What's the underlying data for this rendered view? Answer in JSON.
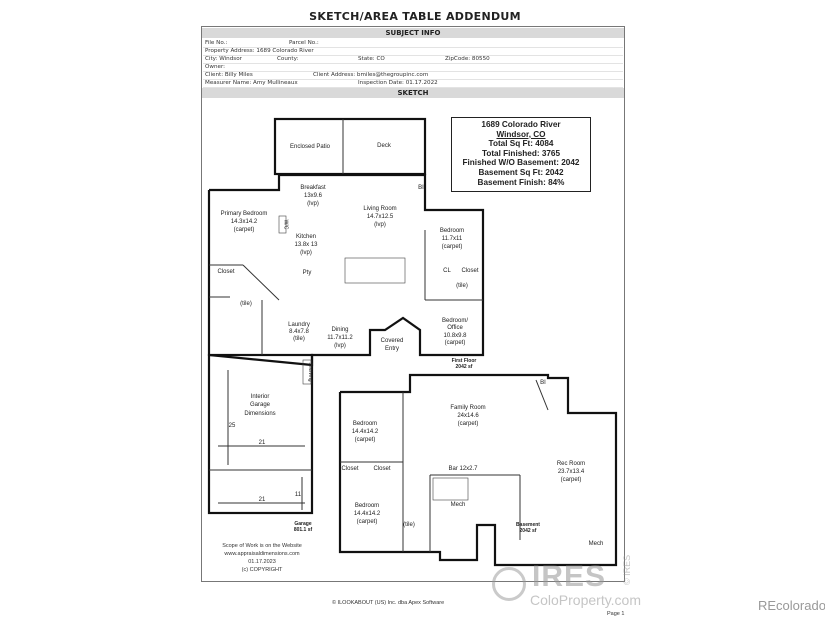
{
  "title": "SKETCH/AREA TABLE ADDENDUM",
  "subject_info": {
    "header": "SUBJECT INFO",
    "file_no": "File No.:",
    "parcel_no": "Parcel No.:",
    "property_address": "Property Address: 1689 Colorado River",
    "city": "City: Windsor",
    "county": "County:",
    "state": "State: CO",
    "zip": "ZipCode: 80550",
    "owner": "Owner:",
    "client": "Client: Billy Miles",
    "client_address": "Client Address: bmiles@thegroupinc.com",
    "measurer": "Measurer Name: Amy Mullineaux",
    "inspection_date": "Inspection Date: 01.17.2022"
  },
  "sketch": {
    "header": "SKETCH",
    "summary": [
      "1689 Colorado River",
      "Windsor, CO",
      "Total Sq Ft:  4084",
      "Total Finished:  3765",
      "Finished W/O Basement:  2042",
      "Basement Sq Ft:  2042",
      "Basement Finish: 84%"
    ],
    "rooms": {
      "enclosed_patio": "Enclosed Patio",
      "deck": "Deck",
      "breakfast": [
        "Breakfast",
        "13x9.6",
        "(lvp)"
      ],
      "living": [
        "Living Room",
        "14.7x12.5",
        "(lvp)"
      ],
      "primary_bedroom": [
        "Primary Bedroom",
        "14.3x14.2",
        "(carpet)"
      ],
      "kitchen": [
        "Kitchen",
        "13.8x 13",
        "(lvp)"
      ],
      "bedroom1": [
        "Bedroom",
        "11.7x11",
        "(carpet)"
      ],
      "office": [
        "Bedroom/",
        "Office",
        "10.8x9.8",
        "(carpet)"
      ],
      "laundry": [
        "Laundry",
        "8.4x7.8",
        "(tile)"
      ],
      "dining": [
        "Dining",
        "11.7x11.2",
        "(lvp)"
      ],
      "covered_entry": [
        "Covered",
        "Entry"
      ],
      "garage": [
        "Interior",
        "Garage",
        "Dimensions"
      ],
      "family": [
        "Family Room",
        "24x14.6",
        "(carpet)"
      ],
      "bedroom2": [
        "Bedroom",
        "14.4x14.2",
        "(carpet)"
      ],
      "bedroom3": [
        "Bedroom",
        "14.4x14.2",
        "(carpet)"
      ],
      "rec": [
        "Rec Room",
        "23.7x13.4",
        "(carpet)"
      ],
      "bar": "Bar 12x2.7",
      "mech": "Mech",
      "mech2": "Mech",
      "closet": "Closet",
      "cl": "CL",
      "bi": "BI",
      "pty": "Pty",
      "tile": "(tile)",
      "wic": "W/C",
      "shelving": "Shelving"
    },
    "dims": {
      "garage_width": "21",
      "garage_depth": "25",
      "garage_width2": "21",
      "garage_depth2": "11"
    },
    "areas": {
      "first_floor": [
        "First Floor",
        "2042 sf"
      ],
      "garage": [
        "Garage",
        "801.1 sf"
      ],
      "basement": [
        "Basement",
        "2042 sf"
      ]
    },
    "scope": [
      "Scope of Work is on the Website",
      "www.appraisaldimensions.com",
      "01.17.2023",
      "(c) COPYRIGHT"
    ]
  },
  "footer": {
    "copyright": "© ILOOKABOUT (US) Inc. dba Apex Software",
    "page": "Page 1"
  },
  "watermark": {
    "brand": "IRES",
    "site": "ColoProperty.com",
    "vertical": "© IRES"
  },
  "recolorado": "REcolorado"
}
